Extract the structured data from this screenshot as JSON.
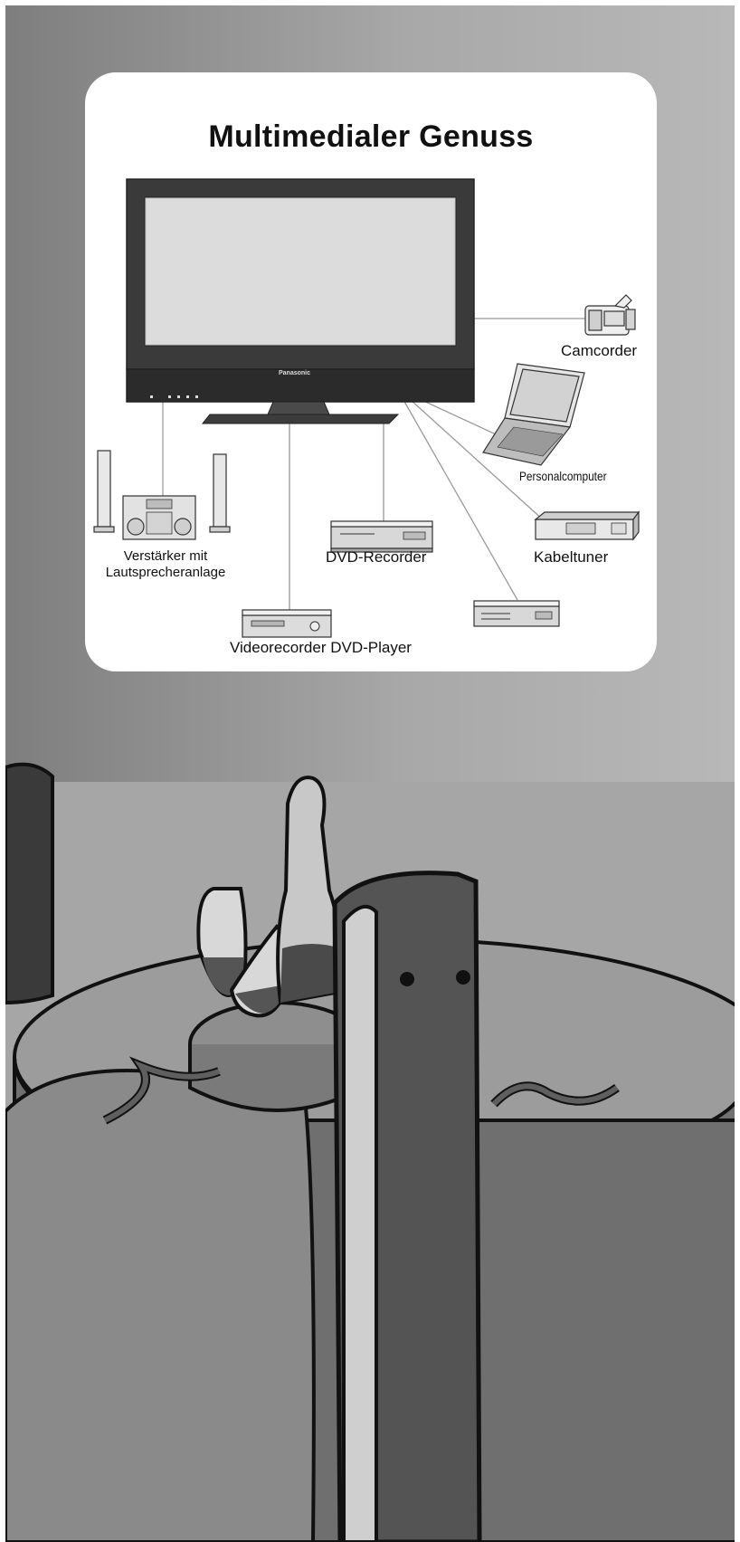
{
  "title": "Multimedialer Genuss",
  "tv_brand": "Panasonic",
  "devices": {
    "camcorder": "Camcorder",
    "personalcomputer": "Personalcomputer",
    "kabeltuner": "Kabeltuner",
    "dvd_recorder": "DVD-Recorder",
    "verstaerker_line1": "Verstärker mit",
    "verstaerker_line2": "Lautsprecheranlage",
    "videorecorder_dvd_player": "Videorecorder DVD-Player"
  }
}
